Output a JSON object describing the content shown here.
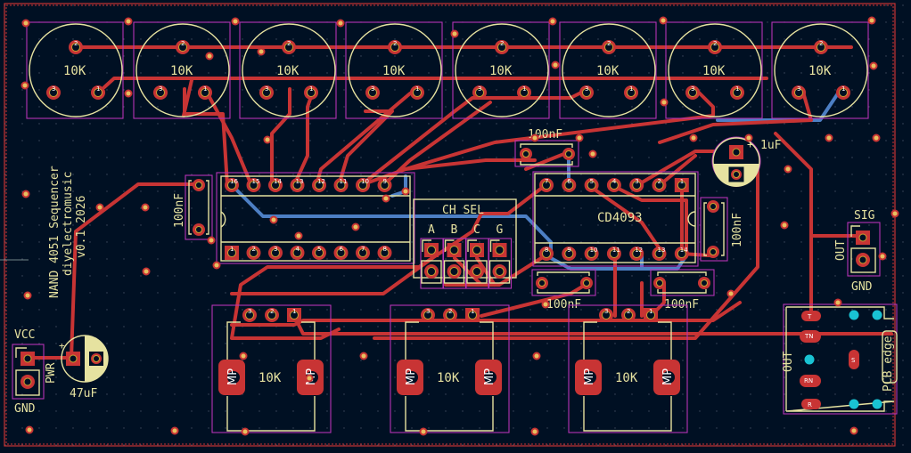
{
  "board": {
    "title_lines": [
      "NAND 4051 Sequencer",
      "diyelectromusic",
      "v0.1 2026"
    ],
    "edge_label": "PCB edge"
  },
  "pots_top": [
    {
      "value": "10K",
      "pins": [
        "1",
        "2",
        "3"
      ]
    },
    {
      "value": "10K",
      "pins": [
        "1",
        "2",
        "3"
      ]
    },
    {
      "value": "10K",
      "pins": [
        "1",
        "2",
        "3"
      ]
    },
    {
      "value": "10K",
      "pins": [
        "1",
        "2",
        "3"
      ]
    },
    {
      "value": "10K",
      "pins": [
        "1",
        "2",
        "3"
      ]
    },
    {
      "value": "10K",
      "pins": [
        "1",
        "2",
        "3"
      ]
    },
    {
      "value": "10K",
      "pins": [
        "1",
        "2",
        "3"
      ]
    },
    {
      "value": "10K",
      "pins": [
        "1",
        "2",
        "3"
      ]
    }
  ],
  "trimmers_bottom": [
    {
      "value": "10K",
      "mp_label": "MP",
      "pins": [
        "3",
        "2",
        "1"
      ]
    },
    {
      "value": "10K",
      "mp_label": "MP",
      "pins": [
        "3",
        "2",
        "1"
      ]
    },
    {
      "value": "10K",
      "mp_label": "MP",
      "pins": [
        "3",
        "2",
        "1"
      ]
    }
  ],
  "ic_4051": {
    "top_pins": [
      "16",
      "15",
      "14",
      "13",
      "12",
      "11",
      "10",
      "9"
    ],
    "bottom_pins": [
      "1",
      "2",
      "3",
      "4",
      "5",
      "6",
      "7",
      "8"
    ]
  },
  "ic_4093": {
    "label": "CD4093",
    "top_pins": [
      "7",
      "6",
      "5",
      "4",
      "3",
      "2",
      "1"
    ],
    "bottom_pins": [
      "8",
      "9",
      "10",
      "11",
      "12",
      "13",
      "14"
    ]
  },
  "capacitors": {
    "c_left": "100nF",
    "c_top": "100nF",
    "c_right": "100nF",
    "c_bottom_left": "100nF",
    "c_bottom_right": "100nF",
    "c_electro_small": "1uF",
    "c_electro_power": "47uF",
    "plus_sign": "+"
  },
  "ch_sel": {
    "title": "CH SEL",
    "columns": [
      "A",
      "B",
      "C",
      "G"
    ]
  },
  "power_header": {
    "top_label": "VCC",
    "bottom_label": "GND",
    "side_label": "PWR"
  },
  "signal_header": {
    "top_label": "SIG",
    "bottom_label": "GND",
    "side_label": "OUT"
  },
  "jack": {
    "label": "OUT",
    "pad_labels": [
      "T",
      "TN",
      "RN",
      "R",
      "S"
    ]
  },
  "colors": {
    "background": "#001023",
    "front_copper": "#c83434",
    "back_copper": "#4d7fc4",
    "silkscreen": "#e6e2a0",
    "courtyard": "#b533b5",
    "npth": "#19c3d3"
  }
}
